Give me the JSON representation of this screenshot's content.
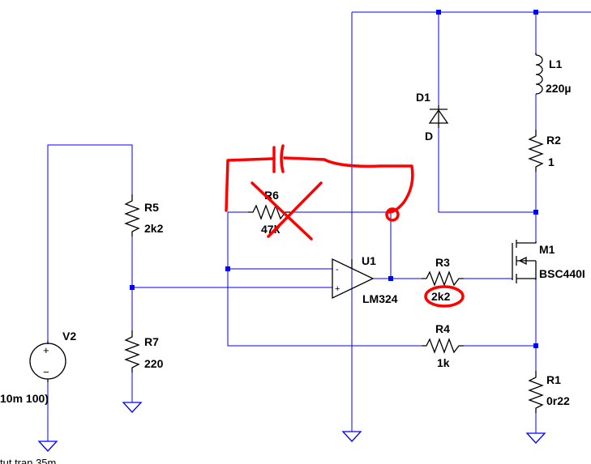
{
  "components": {
    "L1": {
      "name": "L1",
      "value": "220µ"
    },
    "D1": {
      "name": "D1",
      "value": "D"
    },
    "R2": {
      "name": "R2",
      "value": "1"
    },
    "R6": {
      "name": "R6",
      "value": "47k"
    },
    "R5": {
      "name": "R5",
      "value": "2k2"
    },
    "U1": {
      "name": "U1",
      "value": "LM324"
    },
    "R3": {
      "name": "R3",
      "value": "2k2"
    },
    "M1": {
      "name": "M1",
      "value": "BSC440I"
    },
    "V2": {
      "name": "V2",
      "value": "10m 100)"
    },
    "R7": {
      "name": "R7",
      "value": "220"
    },
    "R4": {
      "name": "R4",
      "value": "1k"
    },
    "R1": {
      "name": "R1",
      "value": "0r22"
    }
  },
  "opamp": {
    "minus": "-",
    "plus": "+"
  },
  "source": {
    "plus": "+",
    "minus": "−"
  },
  "bottom_text": "tut    tran 35m",
  "colors": {
    "wire": "#0000ff",
    "component": "#000000",
    "annotation": "#ff0000"
  }
}
